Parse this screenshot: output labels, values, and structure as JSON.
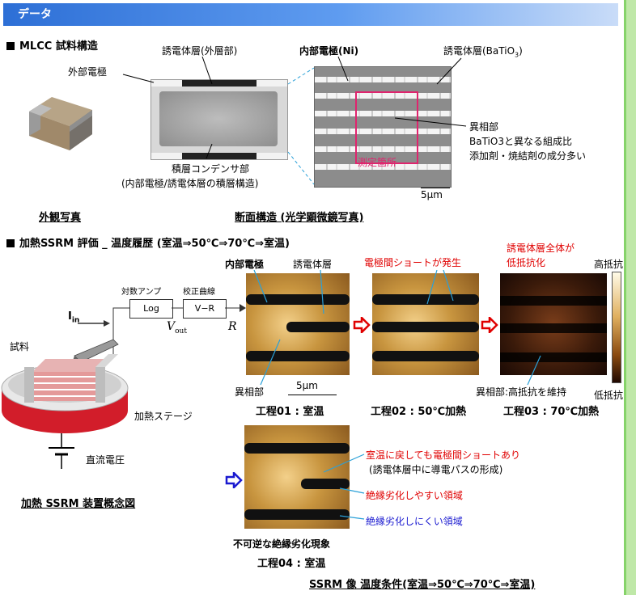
{
  "header": {
    "title": "データ"
  },
  "mlcc": {
    "section_title": "MLCC 試料構造",
    "label_external_electrode": "外部電極",
    "label_dielectric_outer": "誘電体層(外層部)",
    "label_internal_electrode_ni": "内部電極(Ni)",
    "label_dielectric_batio3": "誘電体層(BaTiO",
    "label_dielectric_batio3_sub": "3",
    "label_dielectric_batio3_end": ")",
    "label_stacked_1": "積層コンデンサ部",
    "label_stacked_2": "(内部電極/誘電体層の積層構造)",
    "label_measure_point": "測定箇所",
    "label_hetero_1": "異相部",
    "label_hetero_2": "BaTiO3と異なる組成比",
    "label_hetero_3": "添加剤・焼結剤の成分多い",
    "scale_5um": "5μm",
    "caption_exterior": "外観写真",
    "caption_cross_section": "断面構造 (光学顕微鏡写真)"
  },
  "ssrm": {
    "section_title": "加熱SSRM 評価 _ 温度履歴 (室温⇒50℃⇒70℃⇒室温)",
    "label_log_amp": "対数アンプ",
    "label_calib": "校正曲線",
    "box_log": "Log",
    "box_vr": "V−R",
    "label_vout": "V",
    "label_vout_sub": "out",
    "label_r": "R",
    "label_i": "I",
    "label_i_sub": "in",
    "label_sample": "試料",
    "label_stage": "加熱ステージ",
    "label_dc": "直流電圧",
    "caption_setup": "加熱 SSRM 装置概念図",
    "label_internal_electrode": "内部電極",
    "label_dielectric": "誘電体層",
    "label_hetero": "異相部",
    "label_short": "電極間ショートが発生",
    "label_whole_1": "誘電体層全体が",
    "label_whole_2": "低抵抗化",
    "label_high_res": "高抵抗",
    "label_low_res": "低抵抗",
    "label_hetero_keep": "異相部:高抵抗を維持",
    "scale_5um": "5μm",
    "step01": "工程01 : 室温",
    "step02": "工程02 : 50℃加熱",
    "step03": "工程03 : 70℃加熱",
    "step04": "工程04 : 室温",
    "note_short_1": "室温に戻しても電極間ショートあり",
    "note_short_2": "(誘電体層中に導電パスの形成)",
    "note_degrade_easy": "絶縁劣化しやすい領域",
    "note_degrade_hard": "絶縁劣化しにくい領域",
    "note_irreversible": "不可逆な絶縁劣化現象",
    "caption_images": "SSRM 像 温度条件(室温⇒50℃⇒70℃⇒室温)"
  }
}
